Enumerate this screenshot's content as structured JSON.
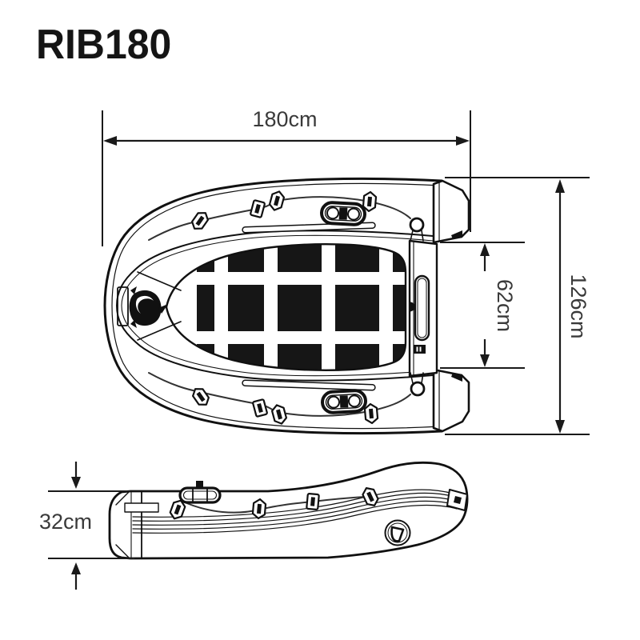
{
  "title": "RIB180",
  "dimensions": {
    "length": {
      "label": "180cm",
      "value": 180,
      "unit": "cm"
    },
    "beam": {
      "label": "126cm",
      "value": 126,
      "unit": "cm"
    },
    "inner_beam": {
      "label": "62cm",
      "value": 62,
      "unit": "cm"
    },
    "tube_height": {
      "label": "32cm",
      "value": 32,
      "unit": "cm"
    }
  },
  "colors": {
    "background": "#ffffff",
    "line": "#1a1a1a",
    "floor_dark": "#161616",
    "dimension_text": "#3a3a3a"
  },
  "icons": {
    "oarlock": "oarlock-icon",
    "handle": "grab-handle-icon",
    "valve": "air-valve-icon",
    "logo": "brand-mascot-logo"
  }
}
